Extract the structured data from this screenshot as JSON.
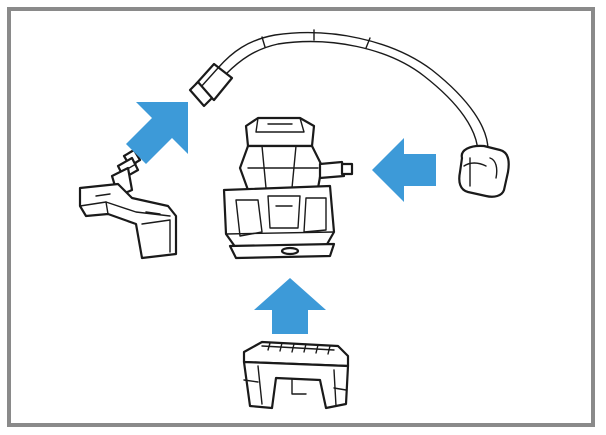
{
  "diagram": {
    "colors": {
      "frame": "#8a8a8a",
      "line": "#1a1a1a",
      "arrow": "#3d9ad8",
      "fill": "#ffffff"
    },
    "parts": [
      {
        "name": "hose-with-connectors"
      },
      {
        "name": "gear-position-sensor-housing"
      },
      {
        "name": "left-bracket-with-nipple"
      },
      {
        "name": "bottom-mounting-clip"
      }
    ],
    "arrows": [
      {
        "name": "arrow-up-right",
        "direction": "up-right"
      },
      {
        "name": "arrow-left",
        "direction": "left"
      },
      {
        "name": "arrow-up",
        "direction": "up"
      }
    ]
  }
}
